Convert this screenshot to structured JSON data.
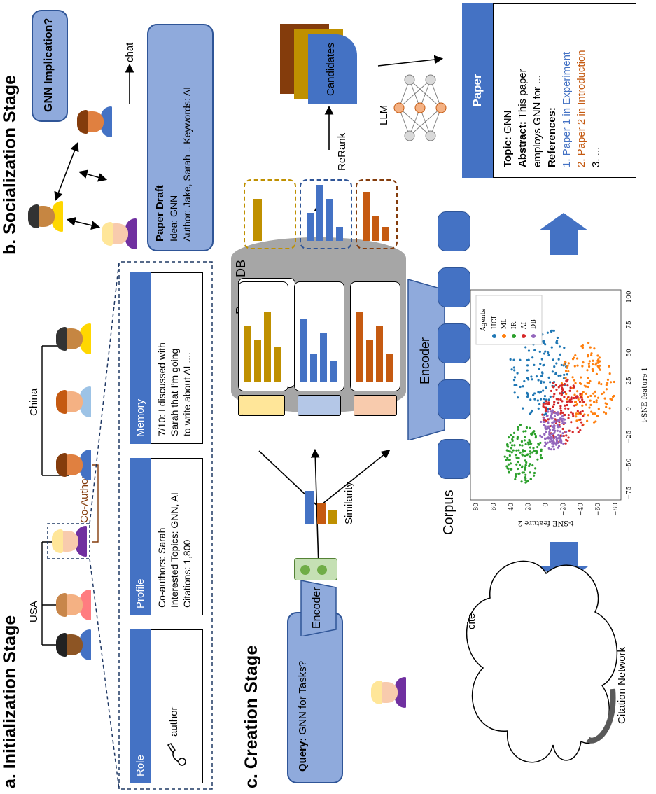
{
  "sections": {
    "a_title": "a. Initialization Stage",
    "b_title": "b.  Socialization Stage",
    "c_title": "c. Creation Stage"
  },
  "init": {
    "usa": "USA",
    "china": "China",
    "coauthor": "Co-Author",
    "role_header": "Role",
    "role_text": "author",
    "profile_header": "Profile",
    "profile_lines": [
      "Co-authors: Sarah",
      "Interested Topics: GNN, AI",
      "Citations: 1,800"
    ],
    "memory_header": "Memory",
    "memory_lines": [
      "7/10: I discussed with",
      "Sarah that I’m going",
      "to write about AI ...."
    ]
  },
  "social": {
    "bubble_question": "GNN Implication?",
    "chat": "chat",
    "draft_title": "Paper Draft",
    "draft_lines": [
      "Idea: GNN",
      "Author: Jake, Sarah ..  Keywords: AI"
    ]
  },
  "creation": {
    "query_label": "Query:",
    "query_text": "GNN for Tasks?",
    "encoder_query": "Encoder",
    "similarity": "Similarity",
    "paper_db": "Paper DB",
    "encoder_corpus": "Encoder",
    "corpus": "Corpus",
    "rerank": "ReRank",
    "candidates": "Candidates",
    "llm": "LLM",
    "citation_network": "Citation Network",
    "cite": "cite"
  },
  "paper": {
    "header": "Paper",
    "topic_label": "Topic:",
    "topic_value": " GNN",
    "abstract_label": "Abstract:",
    "abstract_value": " This paper",
    "abstract_line2": "employs GNN for ...",
    "refs_label": "References:",
    "refs": [
      {
        "num": "1.",
        "text": "Paper 1 in Experiment",
        "color": "#4472c4"
      },
      {
        "num": "2.",
        "text": "Paper 2 in Introduction",
        "color": "#c55a11"
      },
      {
        "num": "3.",
        "text": "...",
        "color": "#000000"
      }
    ]
  },
  "tsne": {
    "xlabel": "t-SNE feature 1",
    "ylabel": "t-SNE feature 2",
    "xticks": [
      "−75",
      "−50",
      "−25",
      "0",
      "25",
      "50",
      "75",
      "100"
    ],
    "yticks": [
      "−80",
      "−60",
      "−40",
      "−20",
      "0",
      "20",
      "40",
      "60",
      "80"
    ],
    "legend_title": "Agents",
    "legend": [
      {
        "name": "HCI",
        "color": "#1f77b4"
      },
      {
        "name": "ML",
        "color": "#ff7f0e"
      },
      {
        "name": "IR",
        "color": "#2ca02c"
      },
      {
        "name": "AI",
        "color": "#d62728"
      },
      {
        "name": "DB",
        "color": "#9467bd"
      }
    ]
  },
  "colors": {
    "blue": "#4472c4",
    "gold": "#bf9000",
    "orange": "#c55a11",
    "dark_blue": "#2f5597"
  }
}
